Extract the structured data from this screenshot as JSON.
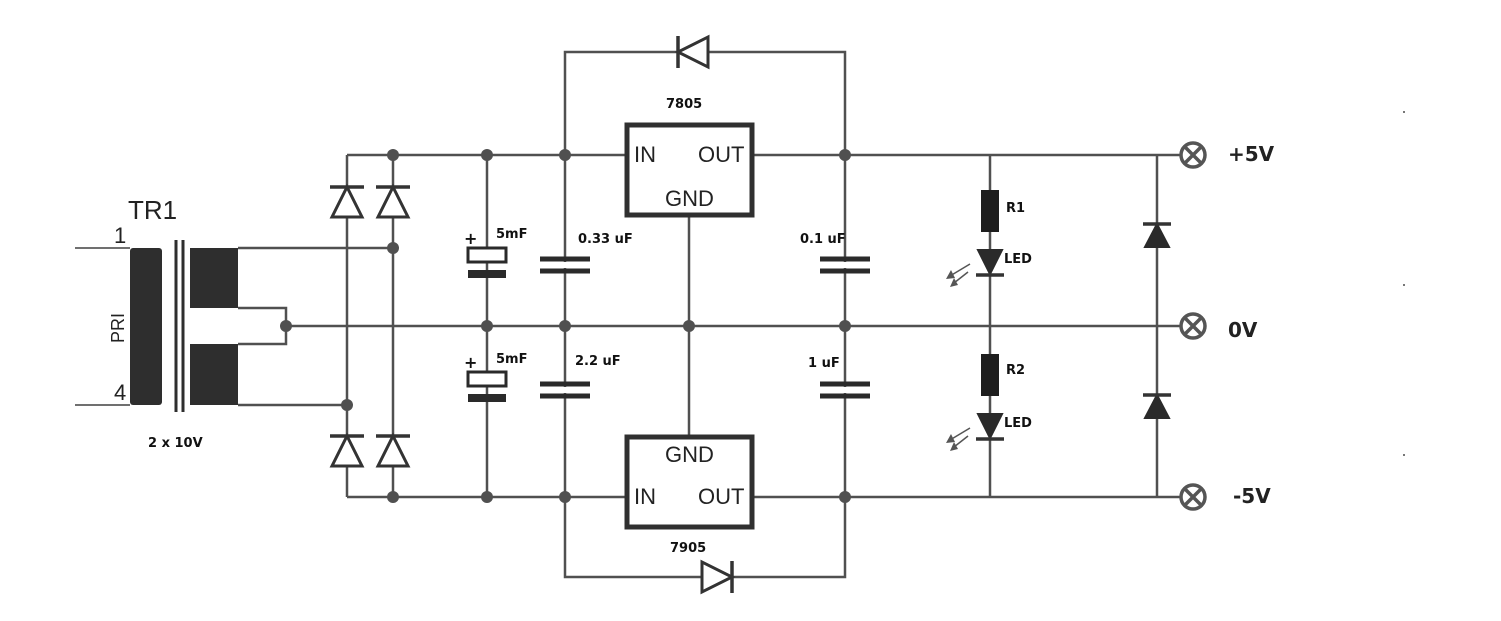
{
  "transformer": {
    "name": "TR1",
    "pin_top": "1",
    "pin_bottom": "4",
    "primary_label": "PRI",
    "secondary_label": "2 x 10V"
  },
  "regulators": {
    "positive": {
      "part": "7805",
      "in": "IN",
      "out": "OUT",
      "gnd": "GND"
    },
    "negative": {
      "part": "7905",
      "in": "IN",
      "out": "OUT",
      "gnd": "GND"
    }
  },
  "capacitors": {
    "c1": "5mF",
    "c2": "5mF",
    "c3": "0.33 uF",
    "c4": "2.2 uF",
    "c5": "0.1 uF",
    "c6": "1 uF",
    "polarity_mark": "+"
  },
  "indicators": {
    "r1": "R1",
    "r2": "R2",
    "led1": "LED",
    "led2": "LED"
  },
  "outputs": {
    "positive": "+5V",
    "zero": "0V",
    "negative": "-5V"
  }
}
